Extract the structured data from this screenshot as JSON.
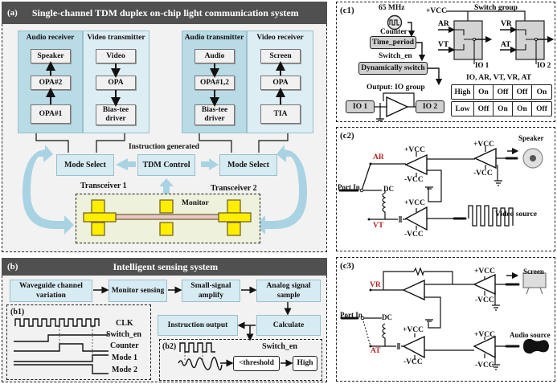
{
  "panel_a": {
    "label": "(a)",
    "title": "Single-channel TDM duplex on-chip light communication system",
    "audio_receiver": {
      "title": "Audio receiver",
      "blocks": [
        "Speaker",
        "OPA#2",
        "OPA#1"
      ]
    },
    "video_transmitter": {
      "title": "Video transmitter",
      "blocks": [
        "Video",
        "OPA",
        "Bias-tee driver"
      ]
    },
    "audio_transmitter": {
      "title": "Audio transmitter",
      "blocks": [
        "Audio",
        "OPA#1,2",
        "Bias-tee driver"
      ]
    },
    "video_receiver": {
      "title": "Video receiver",
      "blocks": [
        "Screen",
        "OPA",
        "TIA"
      ]
    },
    "instruction_generated": "Instruction generated",
    "mode_select_left": "Mode Select",
    "tdm_control": "TDM Control",
    "mode_select_right": "Mode Select",
    "transceiver1": "Transceiver 1",
    "transceiver2": "Transceiver 2",
    "monitor": "Monitor"
  },
  "panel_b": {
    "label": "(b)",
    "title": "Intelligent sensing system",
    "flow": [
      "Waveguide channel  variation",
      "Monitor sensing",
      "Small-signal amplify",
      "Analog signal sample",
      "Calculate",
      "Instruction output"
    ],
    "b1": {
      "label": "(b1)",
      "signals": [
        "CLK",
        "Switch_en",
        "Counter",
        "Mode 1",
        "Mode 2"
      ]
    },
    "b2": {
      "label": "(b2)",
      "switch_en": "Switch_en",
      "threshold": "<threshold",
      "high": "High"
    }
  },
  "panel_c1": {
    "label": "(c1)",
    "freq": "65 MHz",
    "counter": "Counter",
    "time_period": "Time_period",
    "switch_en": "Switch_en",
    "dyn_switch": "Dynamically switch",
    "output_group": "Output: IO group",
    "io1": "IO 1",
    "io2": "IO 2",
    "vcc": "+VCC",
    "switch_group": "Switch group",
    "inputs_left": [
      "AR",
      "VT"
    ],
    "inputs_right": [
      "VR",
      "AT"
    ],
    "sw_io1": "IO 1",
    "sw_io2": "IO 2",
    "table_header": "IO, AR, VT, VR, AT",
    "table_rows": [
      [
        "High",
        "On",
        "Off",
        "Off",
        "On"
      ],
      [
        "Low",
        "Off",
        "On",
        "On",
        "Off"
      ]
    ]
  },
  "panel_c2": {
    "label": "(c2)",
    "ar": "AR",
    "vt": "VT",
    "port_in": "Port In",
    "dc": "DC",
    "pvcc": "+VCC",
    "nvcc": "-VCC",
    "speaker": "Speaker",
    "video_source": "Video source"
  },
  "panel_c3": {
    "label": "(c3)",
    "vr": "VR",
    "at": "AT",
    "port_in": "Port In",
    "dc": "DC",
    "pvcc": "+VCC",
    "nvcc": "-VCC",
    "screen": "Screen",
    "audio_source": "Audio source"
  }
}
